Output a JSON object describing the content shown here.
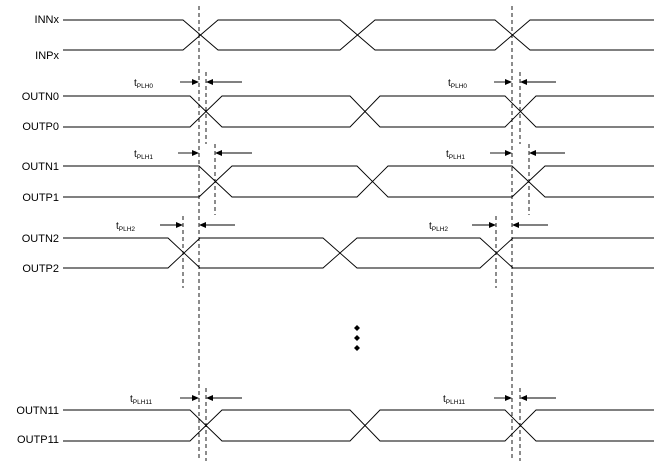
{
  "signals": [
    {
      "id": "innx",
      "label": "INNx"
    },
    {
      "id": "inpx",
      "label": "INPx"
    },
    {
      "id": "outn0",
      "label": "OUTN0"
    },
    {
      "id": "outp0",
      "label": "OUTP0"
    },
    {
      "id": "outn1",
      "label": "OUTN1"
    },
    {
      "id": "outp1",
      "label": "OUTP1"
    },
    {
      "id": "outn2",
      "label": "OUTN2"
    },
    {
      "id": "outp2",
      "label": "OUTP2"
    },
    {
      "id": "outn11",
      "label": "OUTN11"
    },
    {
      "id": "outp11",
      "label": "OUTP11"
    }
  ],
  "delays": [
    {
      "id": "plh0-a",
      "main": "t",
      "sub": "PLH0"
    },
    {
      "id": "plh0-b",
      "main": "t",
      "sub": "PLH0"
    },
    {
      "id": "plh1-a",
      "main": "t",
      "sub": "PLH1"
    },
    {
      "id": "plh1-b",
      "main": "t",
      "sub": "PLH1"
    },
    {
      "id": "plh2-a",
      "main": "t",
      "sub": "PLH2"
    },
    {
      "id": "plh2-b",
      "main": "t",
      "sub": "PLH2"
    },
    {
      "id": "plh11-a",
      "main": "t",
      "sub": "PLH11"
    },
    {
      "id": "plh11-b",
      "main": "t",
      "sub": "PLH11"
    }
  ]
}
